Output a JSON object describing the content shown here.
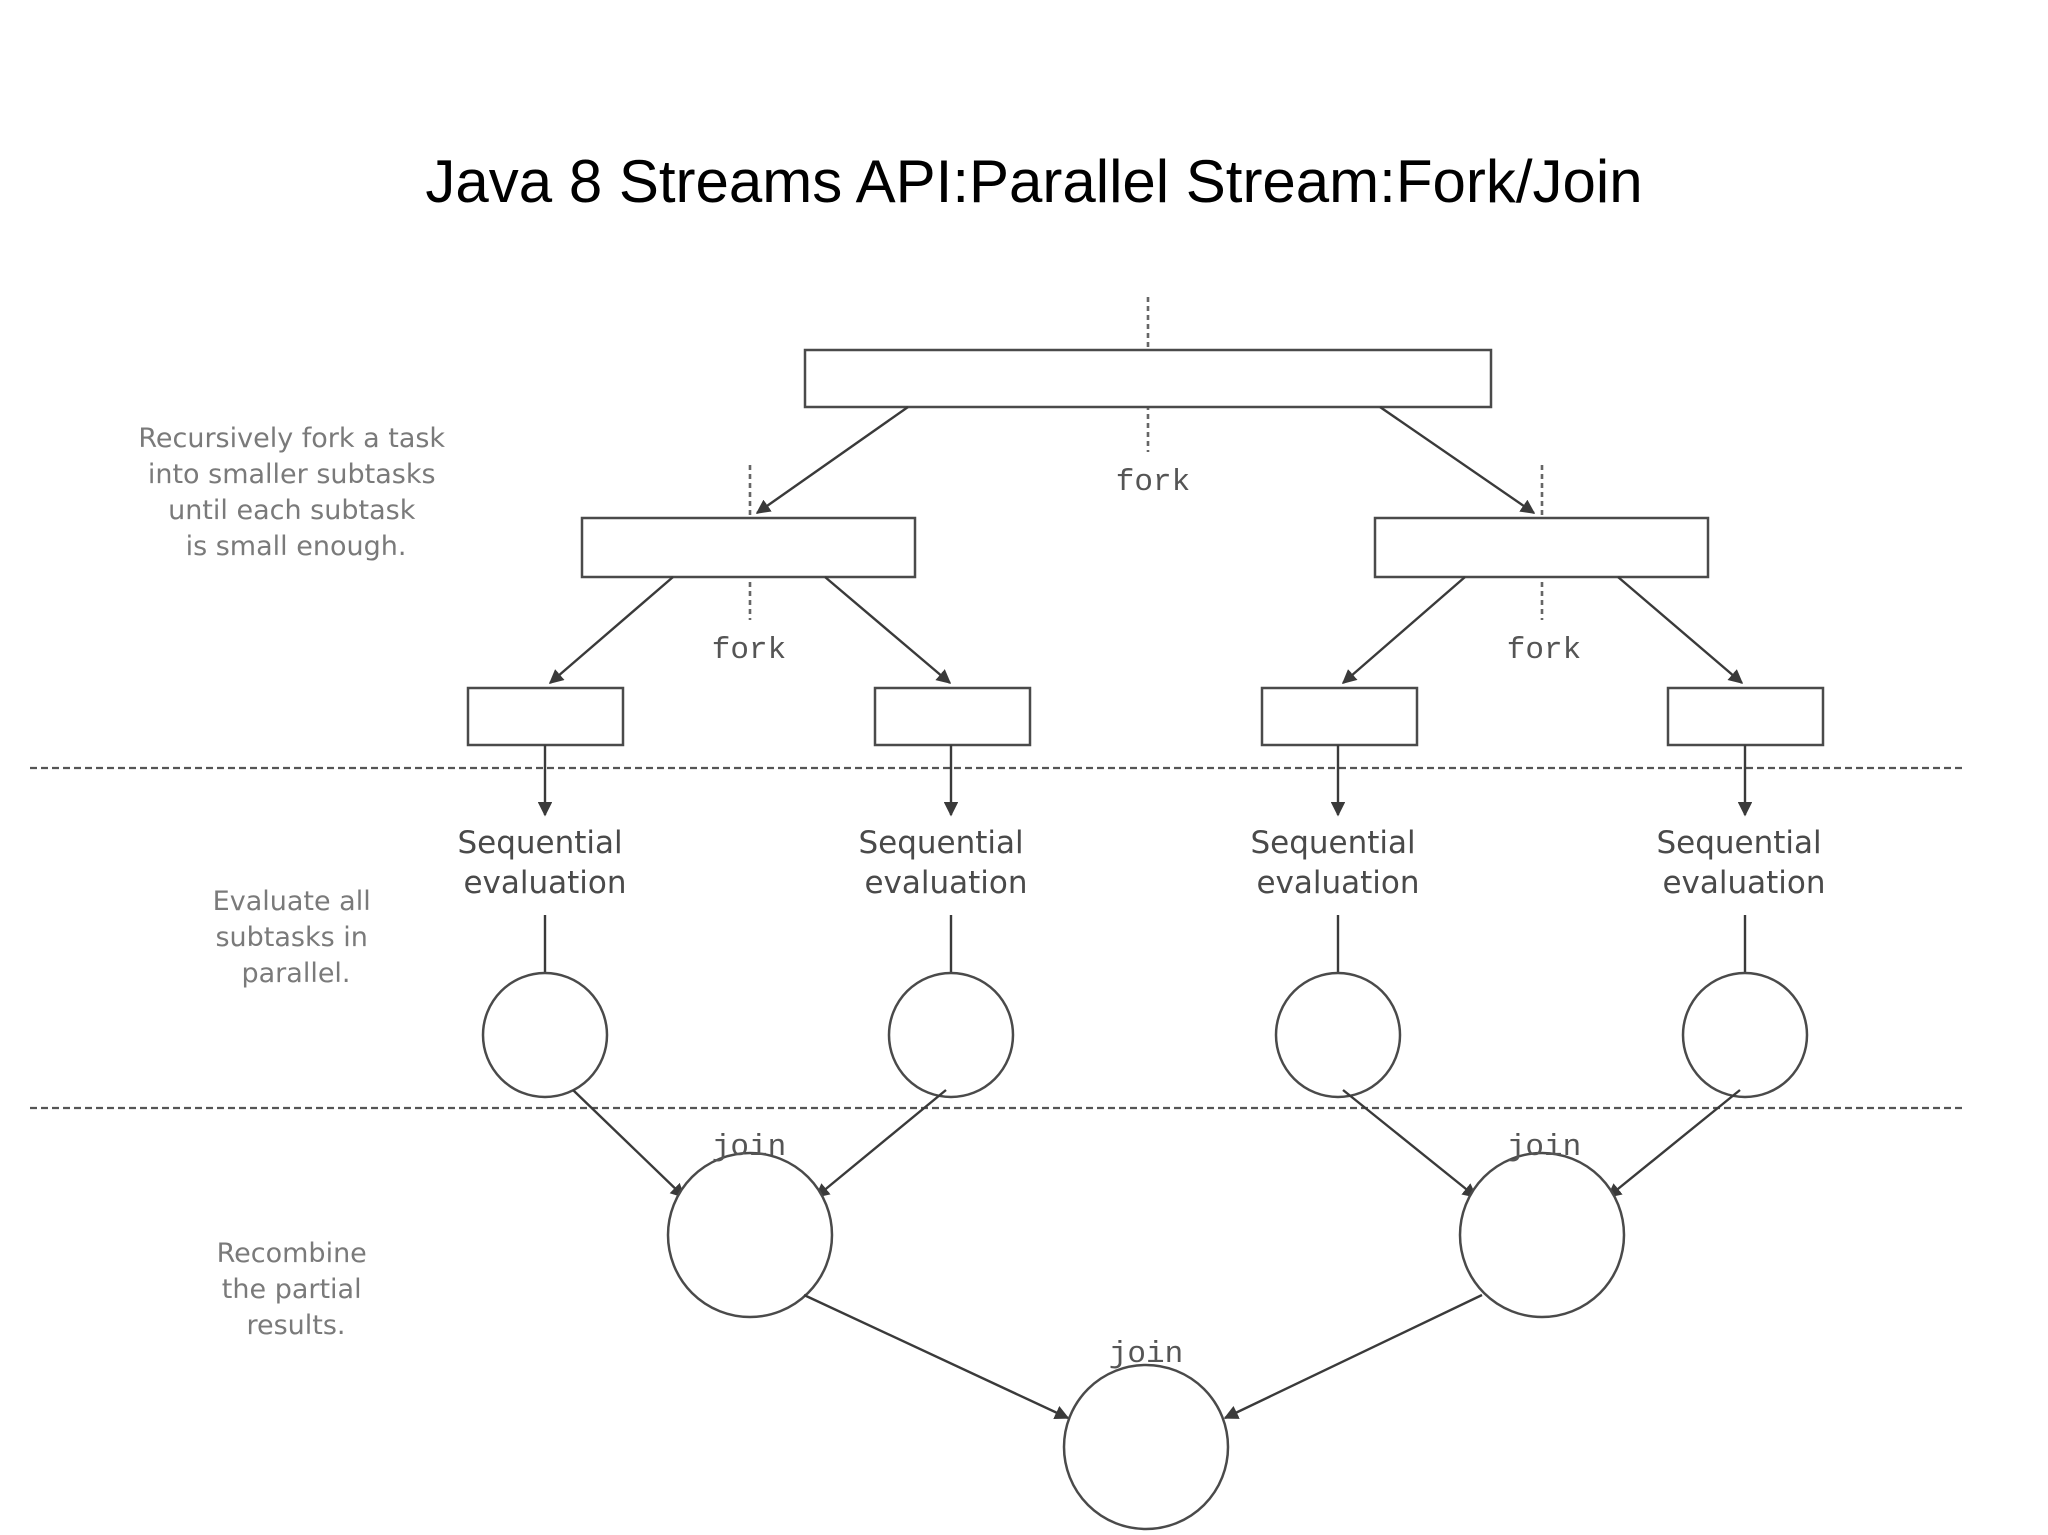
{
  "title": "Java 8 Streams API:Parallel Stream:Fork/Join",
  "labels": {
    "fork": "fork",
    "join": "join",
    "sequential_line1": "Sequential",
    "sequential_line2": "evaluation"
  },
  "notes": {
    "fork_stage": [
      "Recursively fork a task",
      "into smaller subtasks",
      "until each subtask",
      "is small enough."
    ],
    "evaluate_stage": [
      "Evaluate all",
      "subtasks in",
      "parallel."
    ],
    "recombine_stage": [
      "Recombine",
      "the partial",
      "results."
    ]
  }
}
